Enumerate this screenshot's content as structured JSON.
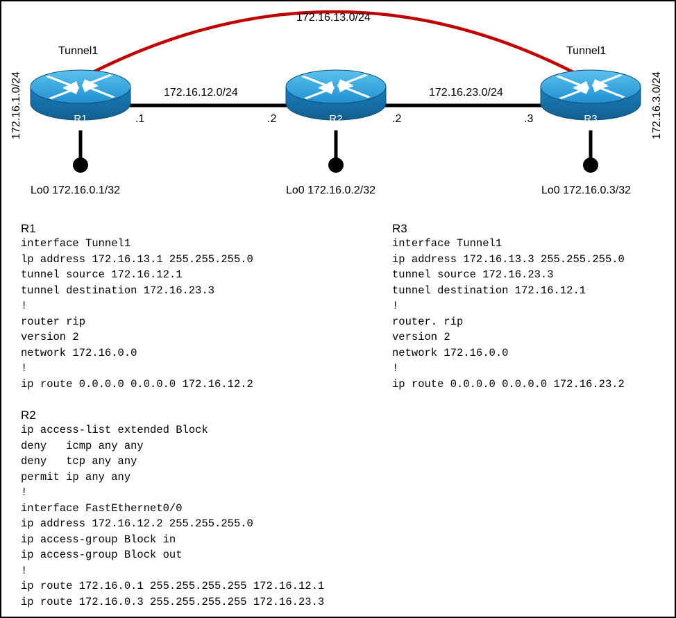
{
  "colors": {
    "tunnel_link": "#c00000",
    "physical_link": "#000000",
    "router_top": "#2a9fd6",
    "router_side": "#1b6fa8"
  },
  "tunnel": {
    "subnet": "172.16.13.0/24",
    "left_label": "Tunnel1",
    "right_label": "Tunnel1"
  },
  "routers": [
    {
      "name": "R1",
      "icon": "router-icon",
      "loopback": "Lo0 172.16.0.1/32",
      "side_subnet": "172.16.1.0/24"
    },
    {
      "name": "R2",
      "icon": "router-icon",
      "loopback": "Lo0 172.16.0.2/32"
    },
    {
      "name": "R3",
      "icon": "router-icon",
      "loopback": "Lo0 172.16.0.3/32",
      "side_subnet": "172.16.3.0/24"
    }
  ],
  "links": [
    {
      "subnet": "172.16.12.0/24",
      "left_ip": ".1",
      "right_ip": ".2"
    },
    {
      "subnet": "172.16.23.0/24",
      "left_ip": ".2",
      "right_ip": ".3"
    }
  ],
  "configs": {
    "r1": {
      "title": "R1",
      "lines": [
        "interface Tunnel1",
        "lp address 172.16.13.1 255.255.255.0",
        "tunnel source 172.16.12.1",
        "tunnel destination 172.16.23.3",
        "!",
        "router rip",
        "version 2",
        "network 172.16.0.0",
        "!",
        "ip route 0.0.0.0 0.0.0.0 172.16.12.2"
      ]
    },
    "r3": {
      "title": "R3",
      "lines": [
        "interface Tunnel1",
        "ip address 172.16.13.3 255.255.255.0",
        "tunnel source 172.16.23.3",
        "tunnel destination 172.16.12.1",
        "!",
        "router. rip",
        "version 2",
        "network 172.16.0.0",
        "!",
        "ip route 0.0.0.0 0.0.0.0 172.16.23.2"
      ]
    },
    "r2": {
      "title": "R2",
      "lines": [
        "ip access-list extended Block",
        "deny   icmp any any",
        "deny   tcp any any",
        "permit ip any any",
        "!",
        "interface FastEthernet0/0",
        "ip address 172.16.12.2 255.255.255.0",
        "ip access-group Block in",
        "ip access-group Block out",
        "!",
        "ip route 172.16.0.1 255.255.255.255 172.16.12.1",
        "ip route 172.16.0.3 255.255.255.255 172.16.23.3"
      ]
    }
  }
}
